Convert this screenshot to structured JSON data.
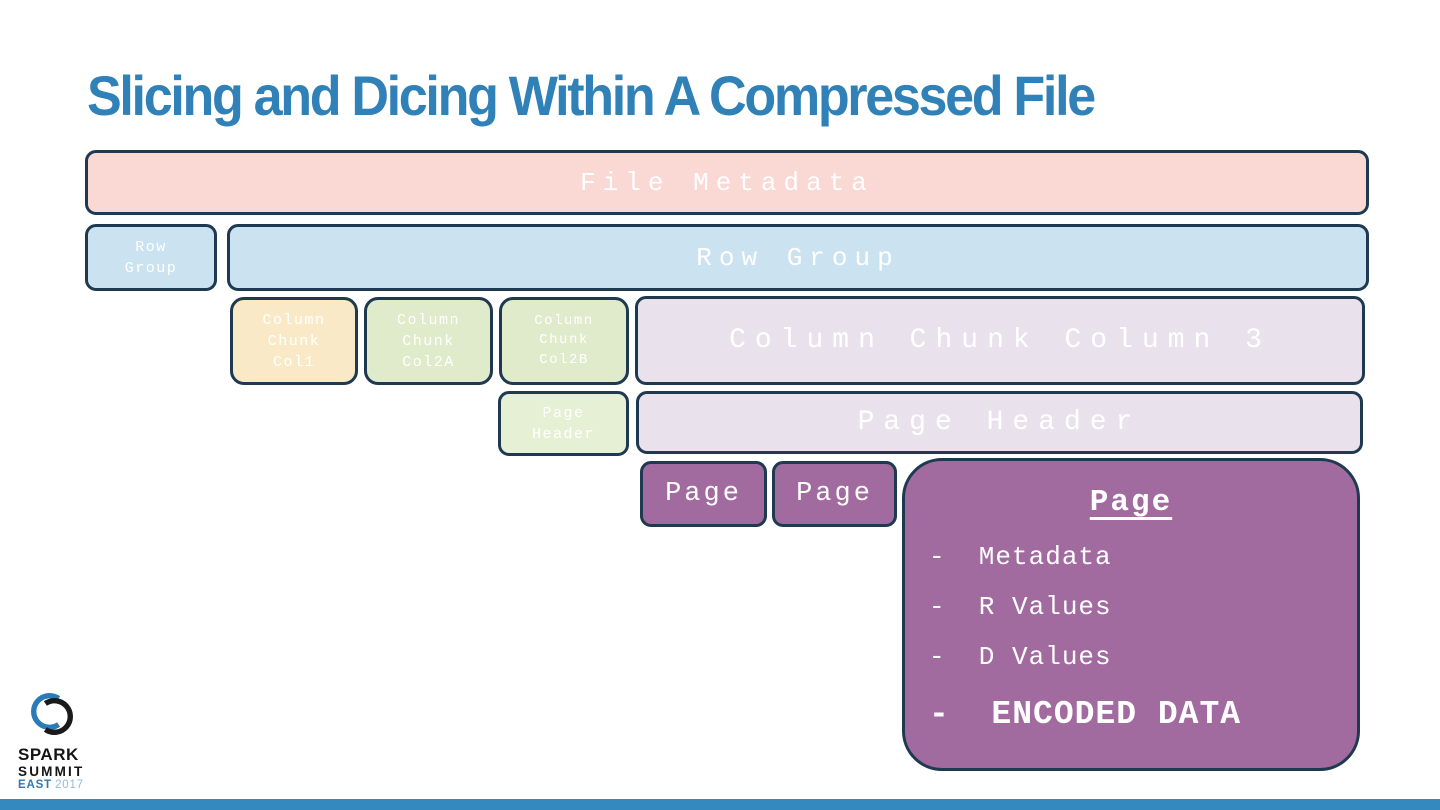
{
  "title": "Slicing and Dicing Within A Compressed File",
  "colors": {
    "title_blue": "#2F81B8",
    "footer_bar_blue": "#3489BF",
    "box_border_navy": "#1E3950",
    "file_metadata_pink": "#FAD8D4",
    "row_group_blue": "#CBE2F1",
    "col1_yellow": "#FAE9C6",
    "col2_green": "#DFEBCB",
    "page_header_green": "#E6F0D5",
    "lavender": "#E9E2EC",
    "page_purple": "#A26BA0",
    "box_text_white": "#FFFFFF"
  },
  "diagram": {
    "file_metadata": {
      "label": "File Metadata"
    },
    "row_group_small": {
      "label": "Row\nGroup"
    },
    "row_group_large": {
      "label": "Row Group"
    },
    "column_chunk_col1": {
      "label": "Column\nChunk\nCol1"
    },
    "column_chunk_col2a": {
      "label": "Column\nChunk\nCol2A"
    },
    "column_chunk_col2b": {
      "label": "Column\nChunk\nCol2B"
    },
    "column_chunk_column3": {
      "label": "Column Chunk Column 3"
    },
    "page_header_small": {
      "label": "Page\nHeader"
    },
    "page_header_large": {
      "label": "Page Header"
    },
    "page1": {
      "label": "Page"
    },
    "page2": {
      "label": "Page"
    },
    "page_detail": {
      "title": "Page",
      "items": [
        "-  Metadata",
        "-  R Values",
        "-  D Values",
        "-  ENCODED DATA"
      ]
    }
  },
  "logo": {
    "spark": "SPARK",
    "summit": "SUMMIT",
    "east": "EAST",
    "year": "2017"
  }
}
